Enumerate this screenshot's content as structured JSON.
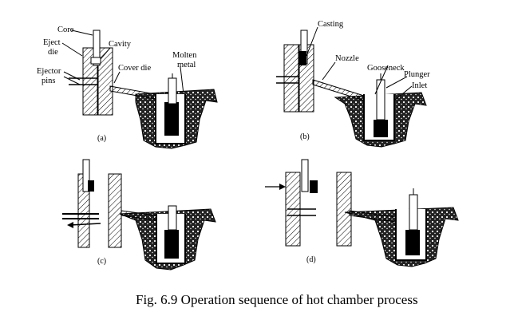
{
  "panels": [
    {
      "id": "a",
      "tag": "(a)",
      "labels": [
        "Core",
        "Eject",
        "die",
        "Cavity",
        "Ejector",
        "pins",
        "Cover die",
        "Molten",
        "metal"
      ]
    },
    {
      "id": "b",
      "tag": "(b)",
      "labels": [
        "Casting",
        "Nozzle",
        "Gooseneck",
        "Plunger",
        "Inlet"
      ]
    },
    {
      "id": "c",
      "tag": "(c)",
      "labels": []
    },
    {
      "id": "d",
      "tag": "(d)",
      "labels": []
    }
  ],
  "caption": "Fig. 6.9 Operation sequence of hot chamber process",
  "colors": {
    "ink": "#000000",
    "background": "#ffffff"
  }
}
